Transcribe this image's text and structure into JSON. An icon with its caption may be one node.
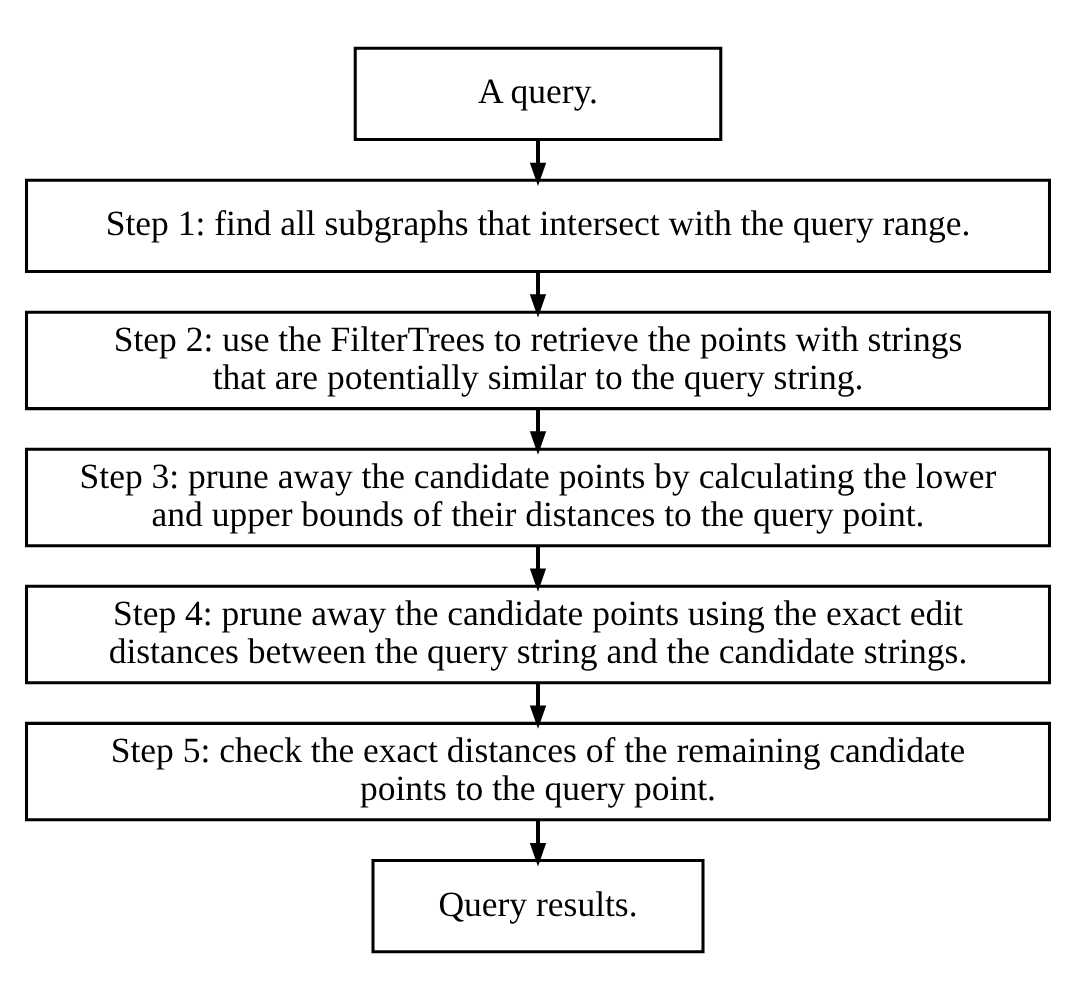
{
  "diagram": {
    "nodes": [
      {
        "text": [
          "A query."
        ]
      },
      {
        "text": [
          "Step 1: find all subgraphs that intersect with the query range."
        ]
      },
      {
        "text": [
          "Step 2: use the FilterTrees to retrieve the points with strings that are potentially similar to the query string."
        ]
      },
      {
        "text": [
          "Step 3: prune away the candidate points by calculating the lower and upper bounds of their distances to the query point."
        ]
      },
      {
        "text": [
          "Step 4: prune away the candidate points using the exact edit distances between the query string and the candidate strings."
        ]
      },
      {
        "text": [
          "Step 5: check the exact distances of the remaining candidate points to the query point."
        ]
      },
      {
        "text": [
          "Query results."
        ]
      }
    ],
    "edges": [
      {
        "from": 0,
        "to": 1,
        "arrow": "to"
      },
      {
        "from": 1,
        "to": 2,
        "arrow": "to"
      },
      {
        "from": 2,
        "to": 3,
        "arrow": "to"
      },
      {
        "from": 3,
        "to": 4,
        "arrow": "to"
      },
      {
        "from": 4,
        "to": 5,
        "arrow": "to"
      },
      {
        "from": 5,
        "to": 6,
        "arrow": "to"
      }
    ]
  }
}
